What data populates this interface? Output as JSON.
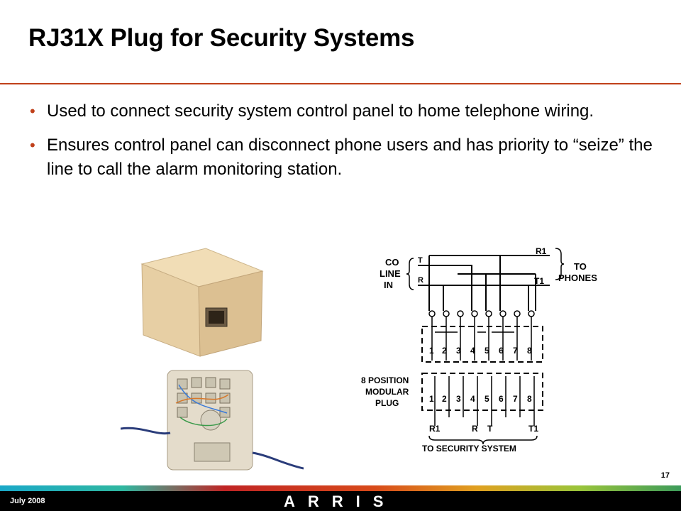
{
  "slide": {
    "title": "RJ31X Plug for Security Systems",
    "bullets": [
      "Used to connect security system control panel to home telephone wiring.",
      "Ensures control panel can disconnect phone users and has priority to “seize” the line to call the alarm monitoring station."
    ],
    "bullet_symbol": "•",
    "page_number": "17"
  },
  "diagram": {
    "co_line": "CO",
    "co_line2": "LINE",
    "co_line3": "IN",
    "t_in": "T",
    "r_in": "R",
    "r1_out": "R1",
    "t1_out": "T1",
    "to_phones": "TO",
    "to_phones2": "PHONES",
    "pins": [
      "1",
      "2",
      "3",
      "4",
      "5",
      "6",
      "7",
      "8"
    ],
    "modular_plug": "8 POSITION",
    "modular_plug2": "MODULAR",
    "modular_plug3": "PLUG",
    "bottom_r1": "R1",
    "bottom_r": "R",
    "bottom_t": "T",
    "bottom_t1": "T1",
    "to_security": "TO SECURITY SYSTEM"
  },
  "footer": {
    "date": "July 2008",
    "logo": "ARRIS"
  },
  "colors": {
    "accent": "#c0401a",
    "footer_bg": "#000000"
  }
}
